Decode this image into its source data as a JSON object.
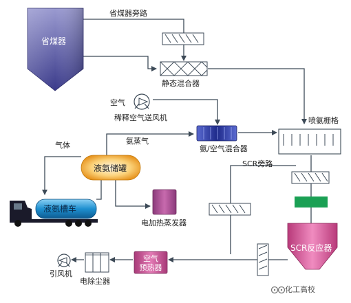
{
  "labels": {
    "economizer": "省煤器",
    "economizer_bypass": "省煤器旁路",
    "static_mixer": "静态混合器",
    "air": "空气",
    "dilution_fan": "稀释空气送风机",
    "ammonia_air_mixer": "氨/空气混合器",
    "aig": "喷氨栅格",
    "gas": "气体",
    "ammonia_vapor": "氨蒸气",
    "ammonia_tank": "液氨储罐",
    "scr_bypass": "SCR旁路",
    "tanker": "液氨槽车",
    "electric_vaporizer": "电加热蒸发器",
    "scr_reactor": "SCR反应器",
    "air_preheater": "空气\n预热器",
    "id_fan": "引风机",
    "esp": "电除尘器",
    "watermark": "化工高校"
  },
  "colors": {
    "flow_line": "#3d4a57",
    "economizer_fill": "#6f6fb0",
    "mixer_blue": "#2a3a9a",
    "tank_orange": "#f0b040",
    "vaporizer_purple": "#b05a9a",
    "reactor_pink": "#d25a96",
    "catalyst_green": "#1aa054",
    "tanker_blue": "#1e90d0",
    "preheater_pink": "#c84e8e"
  },
  "icons": [
    "fan-icon",
    "truck-icon",
    "watermark-logo-icon"
  ]
}
